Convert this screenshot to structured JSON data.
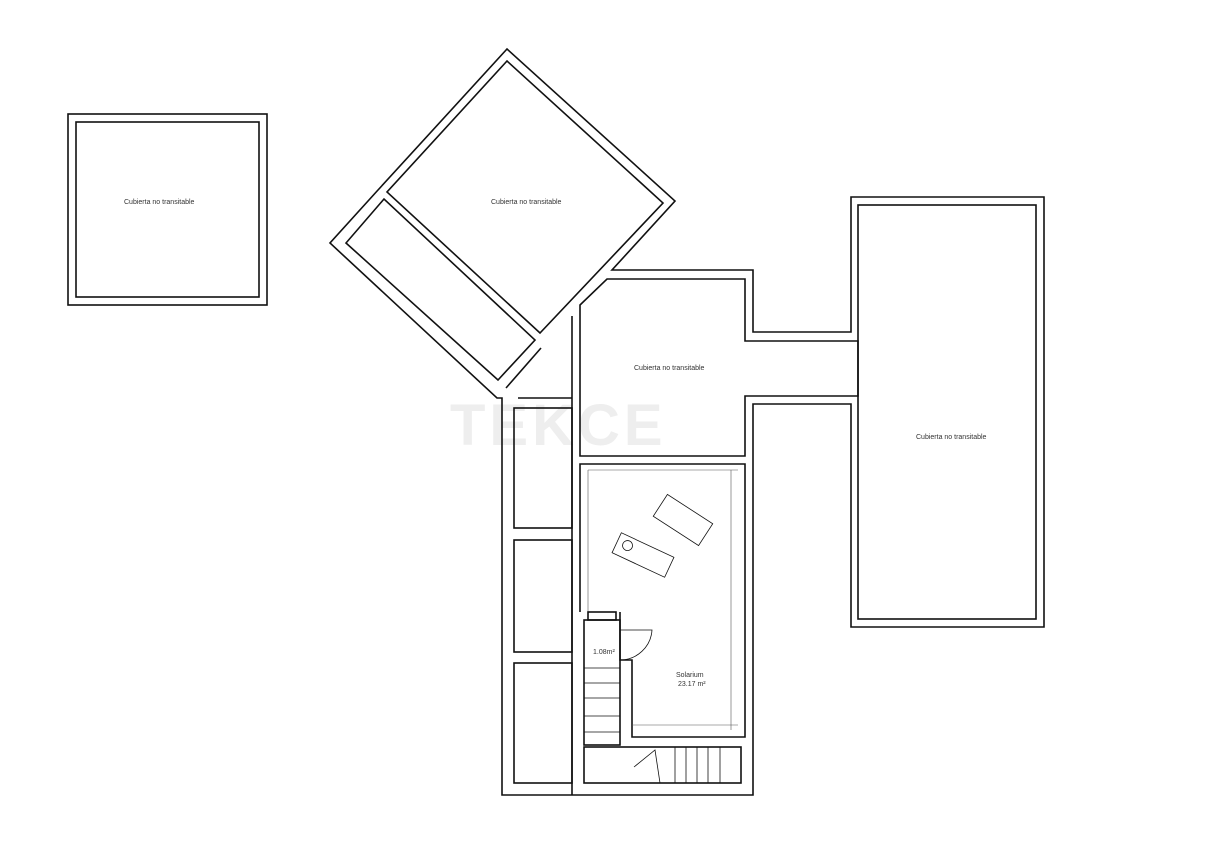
{
  "watermark": "TEKCE",
  "rooms": [
    {
      "id": "roof-1",
      "label": "Cubierta no transitable"
    },
    {
      "id": "roof-2",
      "label": "Cubierta no transitable"
    },
    {
      "id": "roof-3",
      "label": "Cubierta no transitable"
    },
    {
      "id": "roof-4",
      "label": "Cubierta no transitable"
    },
    {
      "id": "solarium",
      "label": "Solarium",
      "area": "23.17 m²"
    },
    {
      "id": "stair-room",
      "area": "1.08m²"
    }
  ]
}
